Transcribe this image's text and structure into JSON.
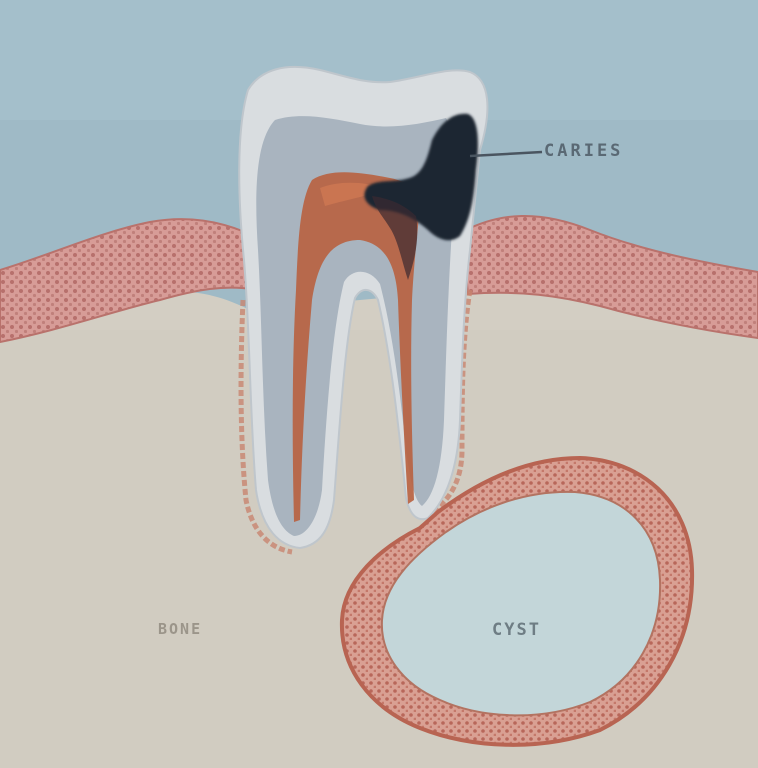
{
  "labels": {
    "caries": "CARIES",
    "bone": "BONE",
    "cyst": "CYST"
  },
  "colors": {
    "background_sky": "#9fbac6",
    "bone": "#d3cec3",
    "gum": "#c98b87",
    "enamel": "#d9dde0",
    "dentin": "#a9b4bf",
    "pulp": "#b8603f",
    "decay": "#1f2533",
    "cyst_wall": "#c27a6b",
    "cyst_lumen": "#c3d6d9"
  }
}
